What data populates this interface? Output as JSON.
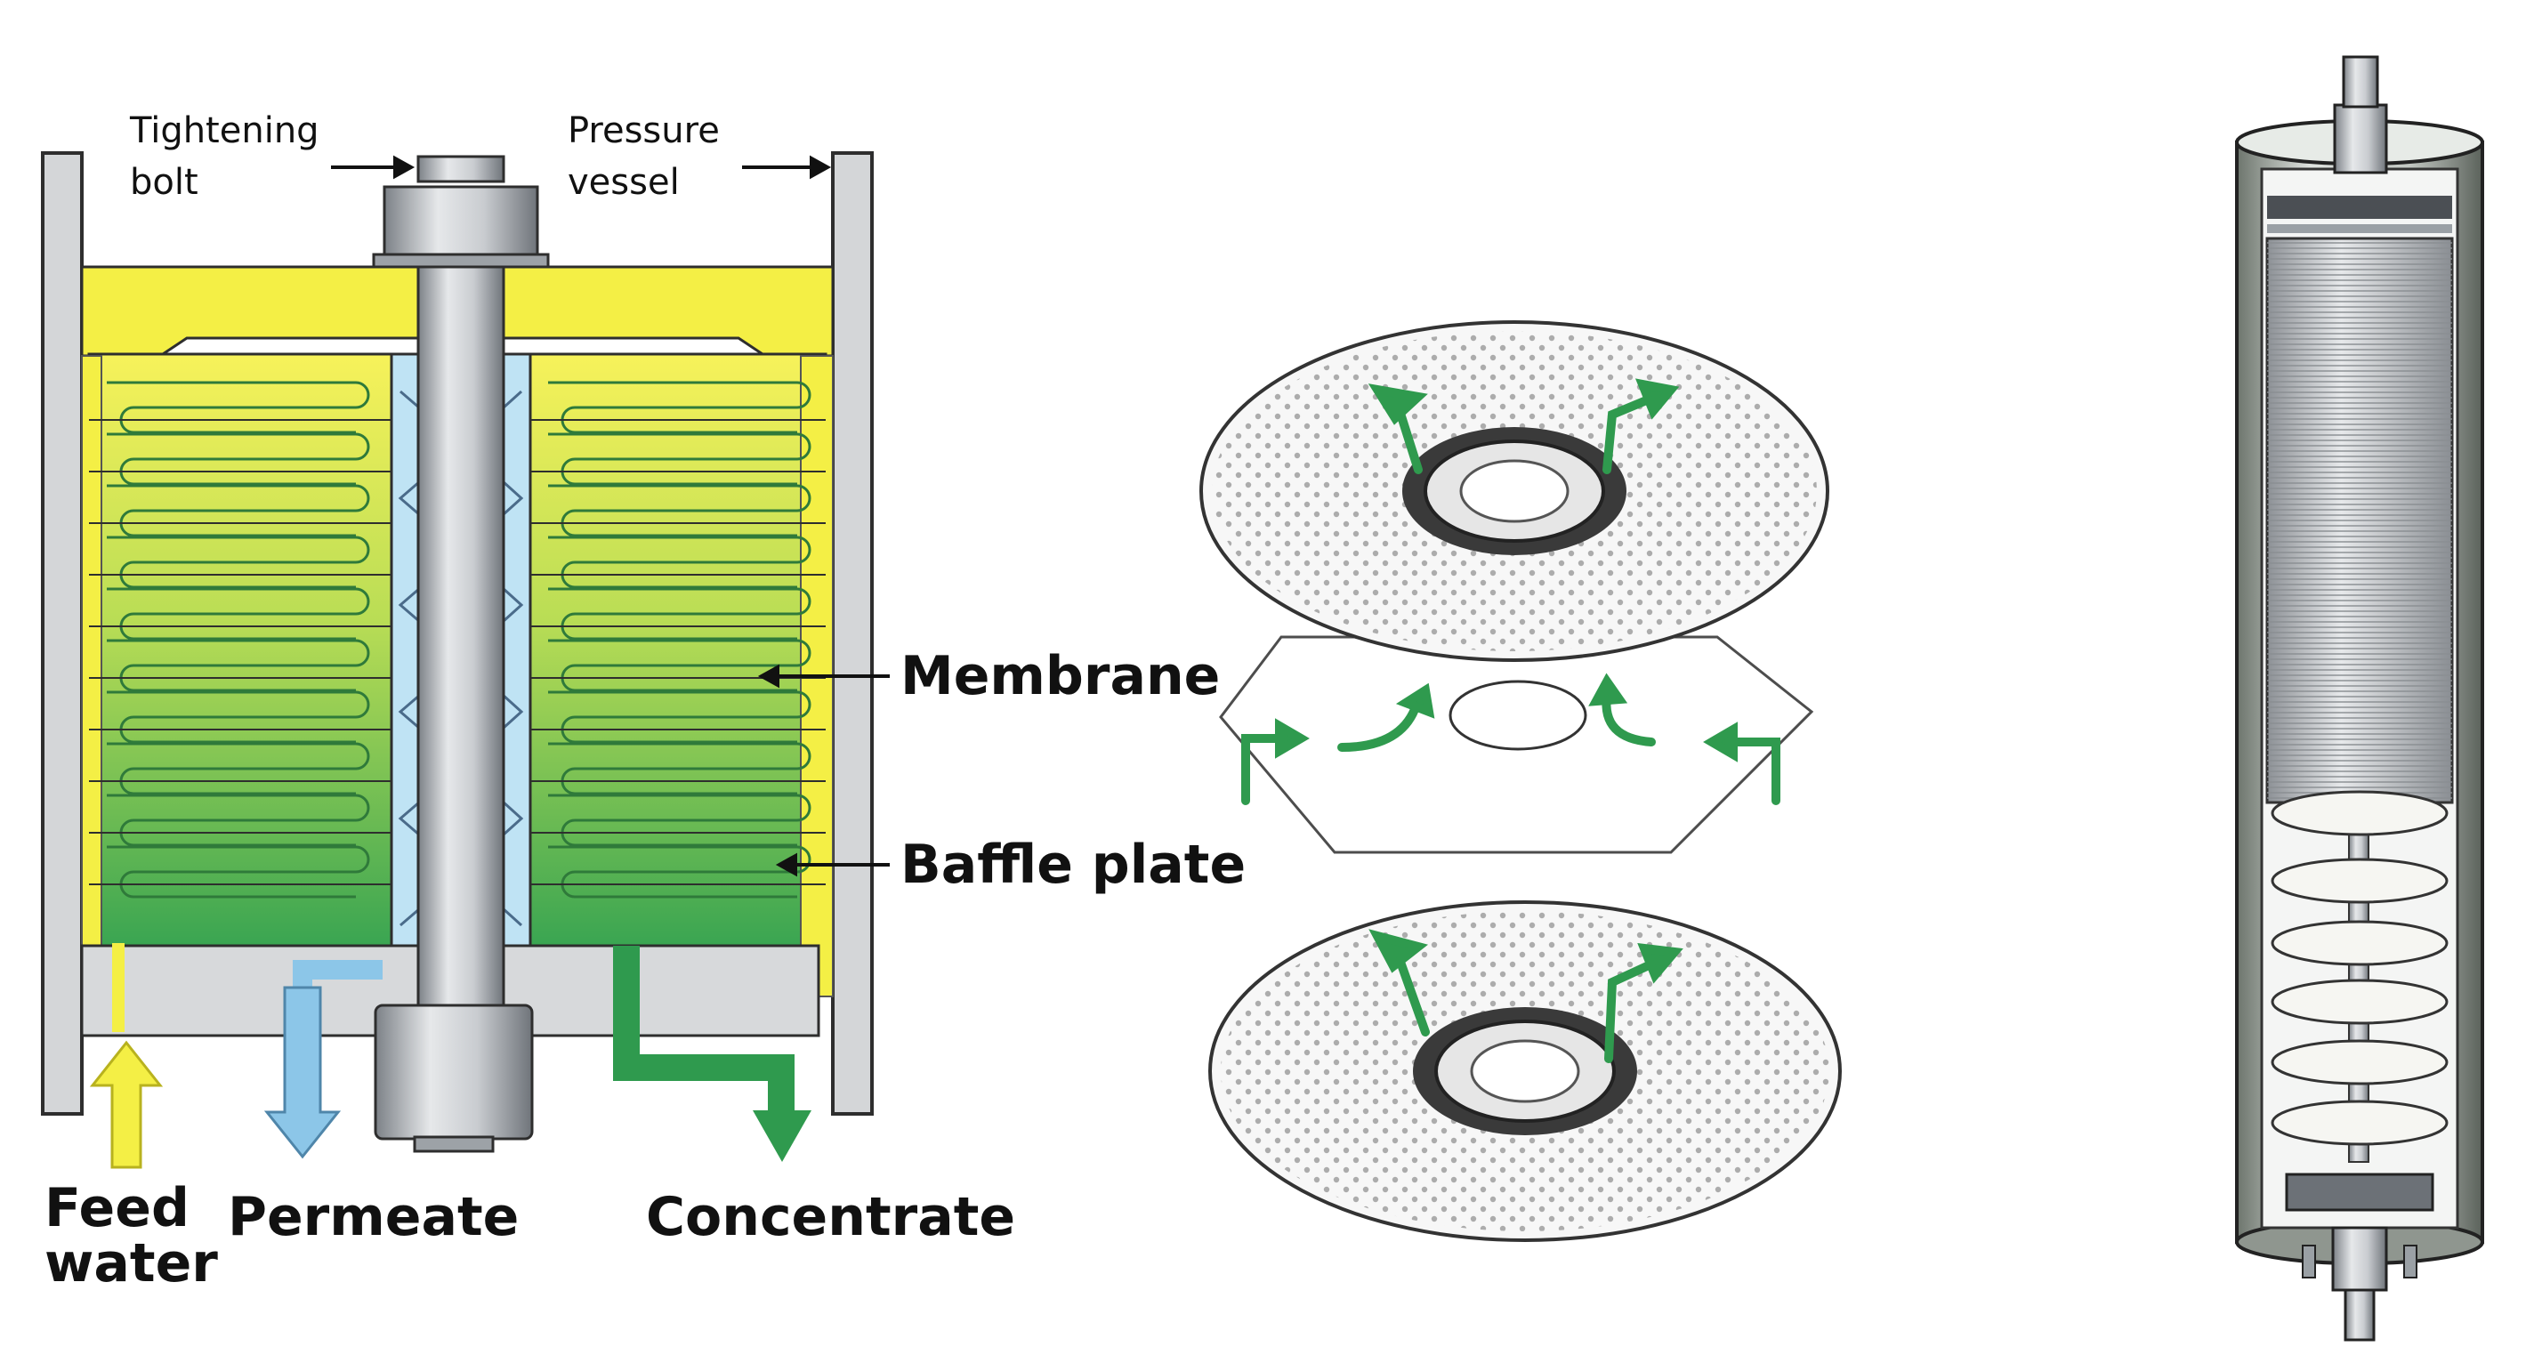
{
  "labels": {
    "tightening_bolt": [
      "Tightening",
      "bolt"
    ],
    "pressure_vessel": [
      "Pressure",
      "vessel"
    ],
    "membrane": "Membrane",
    "baffle_plate": "Baffle plate",
    "feed_water": [
      "Feed",
      "water"
    ],
    "permeate": "Permeate",
    "concentrate": "Concentrate"
  },
  "colors": {
    "yellow": "#f2ee4e",
    "green_light": "#b9dd55",
    "green_dark": "#2f9a4e",
    "permeate_blue": "#8cc6e8",
    "steel": "#a9adb2",
    "outline": "#2e2e2e"
  },
  "icons": {
    "feed_arrow": "up-arrow-icon",
    "permeate_arrow": "down-arrow-icon",
    "concentrate_arrow": "down-arrow-icon"
  }
}
